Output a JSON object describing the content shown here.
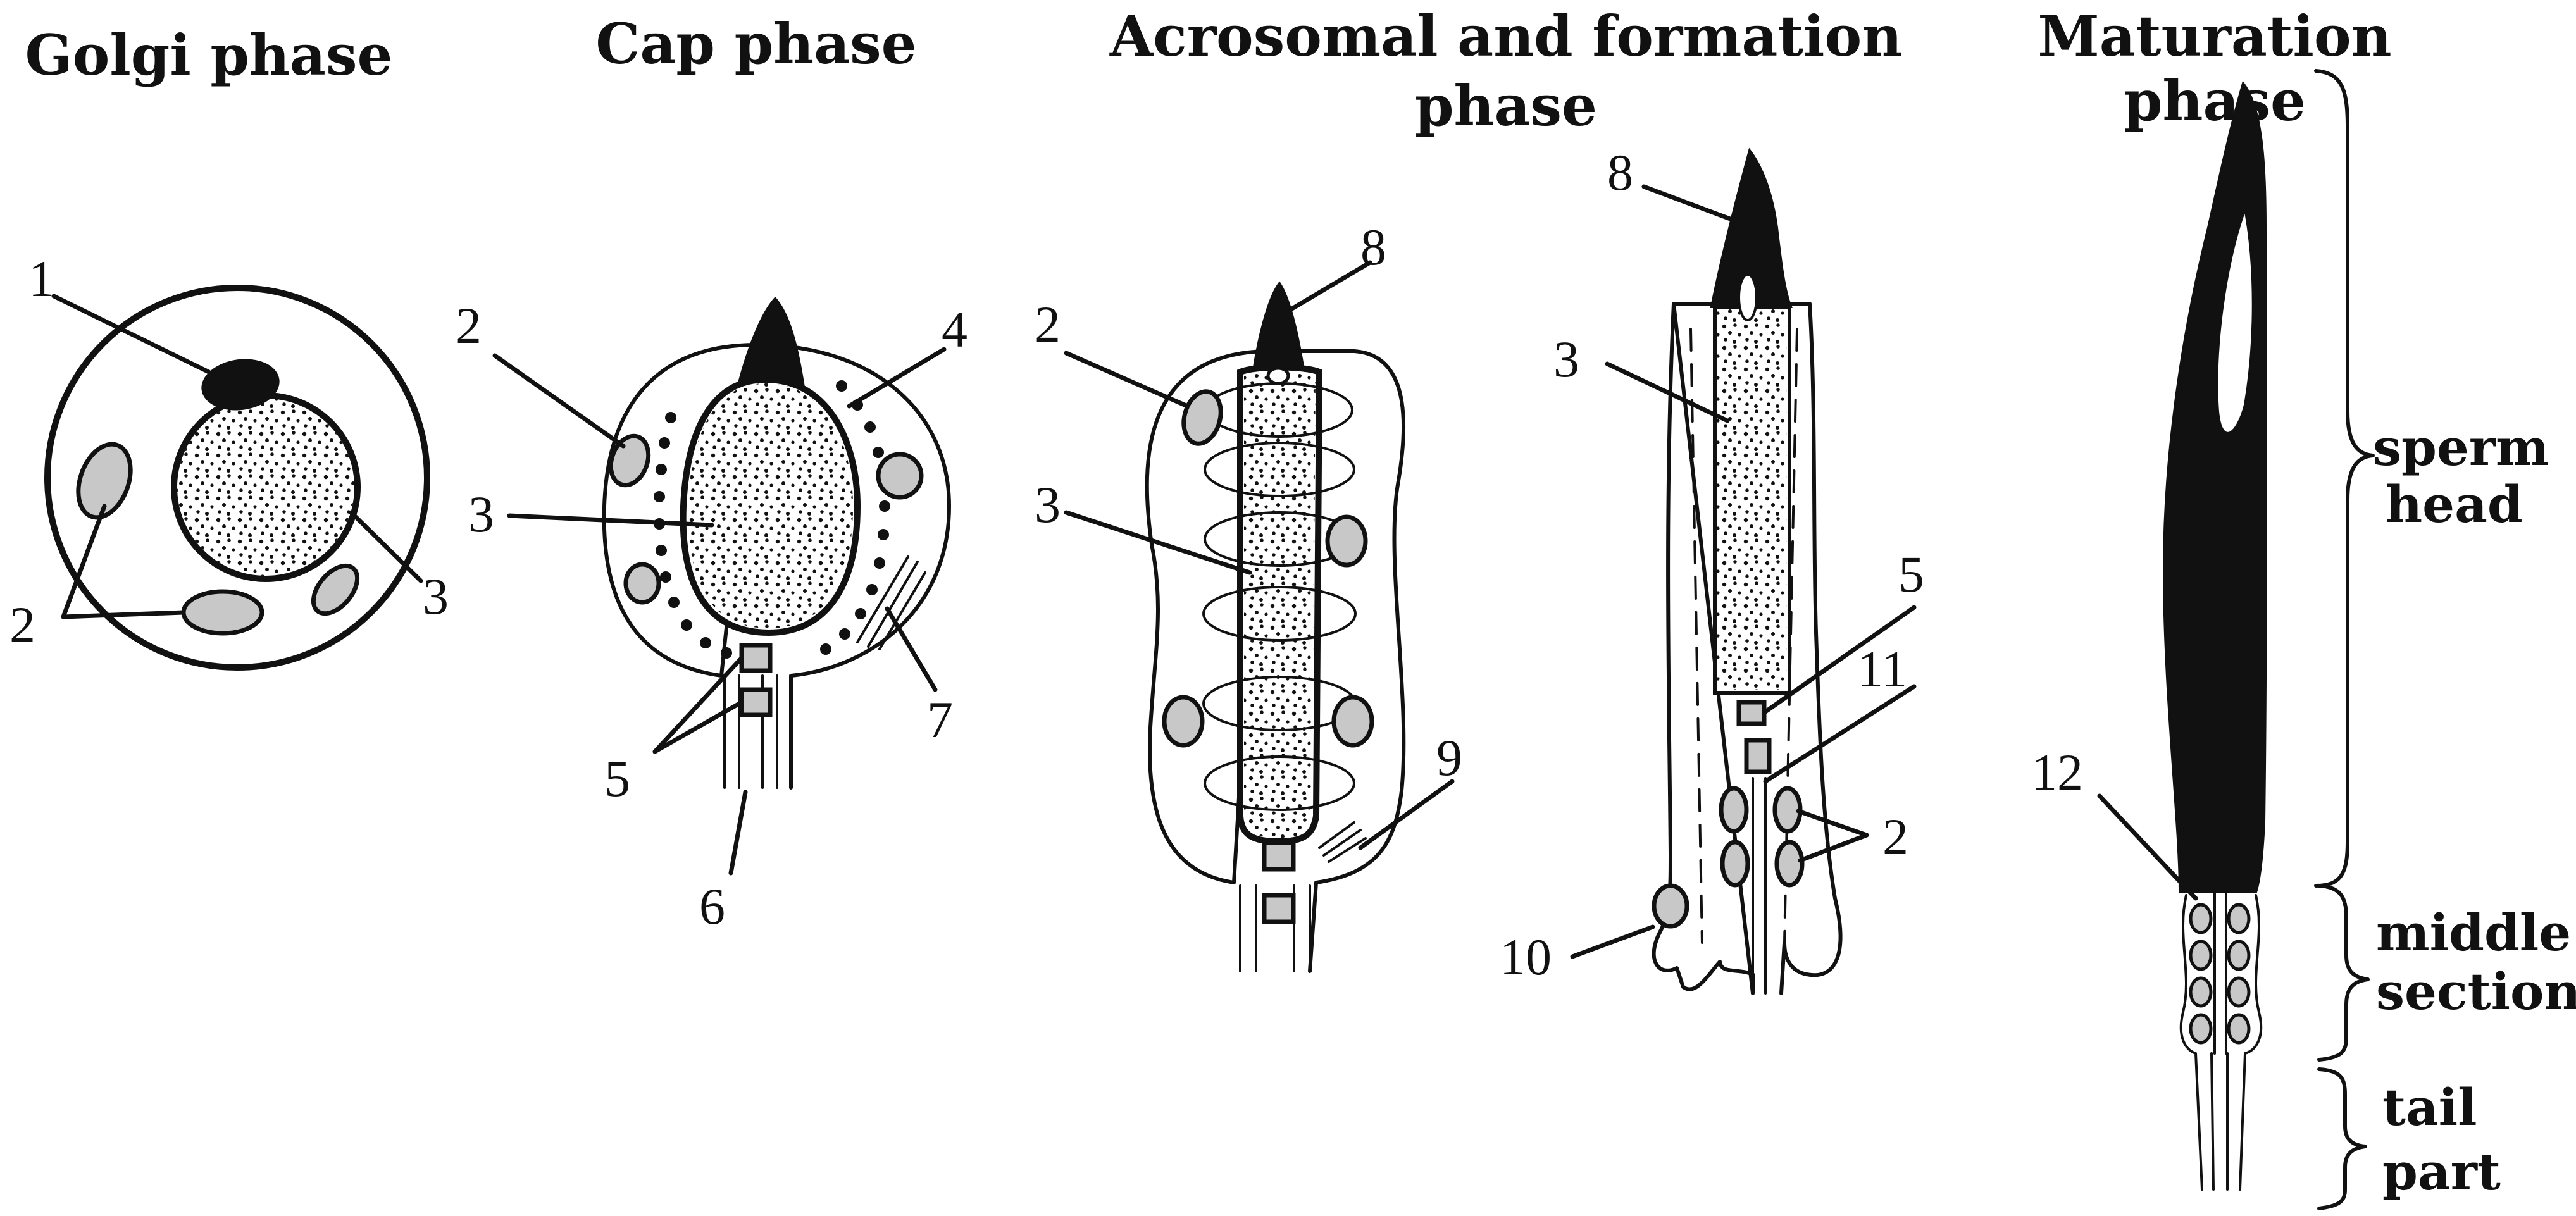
{
  "titles": {
    "golgi": "Golgi phase",
    "cap": "Cap phase",
    "acrosomal_line1": "Acrosomal and formation",
    "acrosomal_line2": "phase",
    "maturation_line1": "Maturation",
    "maturation_line2": "phase"
  },
  "regions": {
    "sperm_head_line1": "sperm",
    "sperm_head_line2": "head",
    "middle_line1": "middle",
    "middle_line2": "section",
    "tail_line1": "tail",
    "tail_line2": "part"
  },
  "labels": {
    "golgi": [
      "1",
      "2",
      "3"
    ],
    "cap": [
      "2",
      "4",
      "3",
      "7",
      "5",
      "6"
    ],
    "acrosomal": [
      "8",
      "2",
      "3",
      "9"
    ],
    "formation": [
      "8",
      "3",
      "5",
      "11",
      "2",
      "10"
    ],
    "maturation": [
      "12"
    ]
  },
  "colors": {
    "ink": "#111111",
    "organelle_fill": "#c8c8c8",
    "background": "#ffffff"
  }
}
